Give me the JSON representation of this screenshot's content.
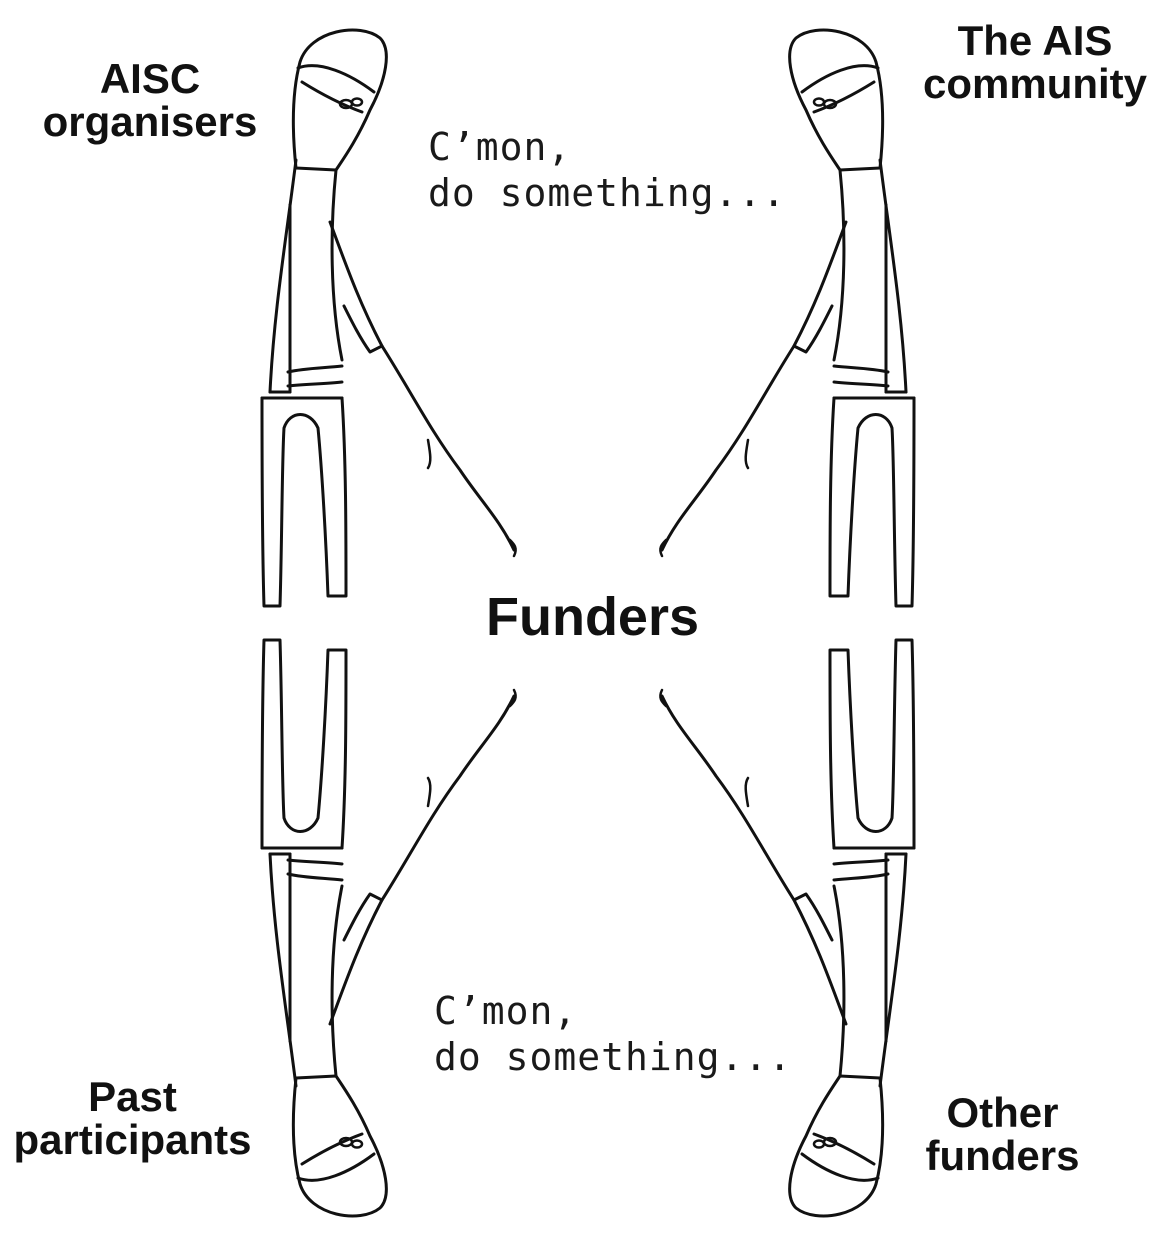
{
  "labels": {
    "top_left": [
      "AISC",
      "organisers"
    ],
    "top_right": [
      "The AIS",
      "community"
    ],
    "bottom_left": [
      "Past",
      "participants"
    ],
    "bottom_right": [
      "Other",
      "funders"
    ],
    "center": "Funders"
  },
  "speech": {
    "top": [
      "C’mon,",
      "do something..."
    ],
    "bottom": [
      "C’mon,",
      "do something..."
    ]
  },
  "colors": {
    "ink": "#111111",
    "background": "#ffffff"
  }
}
